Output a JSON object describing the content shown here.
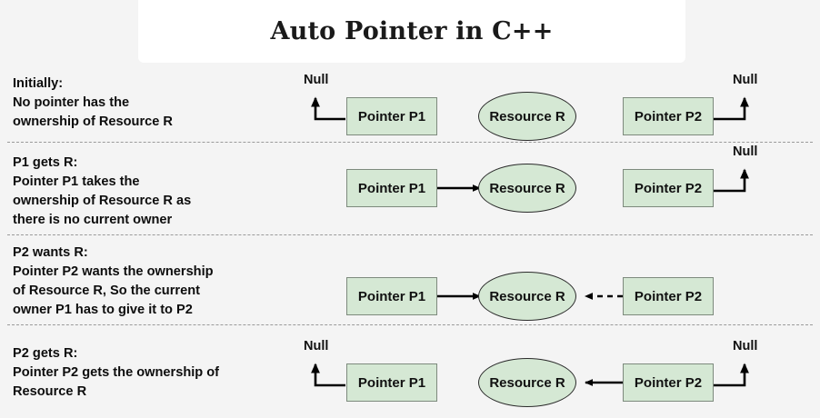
{
  "header": {
    "title": "Auto Pointer in C++"
  },
  "theme": {
    "background": "#f4f4f4",
    "title_card_bg": "#ffffff",
    "node_fill": "#d5e8d4",
    "box_border": "#7d8a7d",
    "ellipse_border": "#2b2b2b",
    "edge_color": "#000000",
    "divider_color": "#9a9a9a",
    "text_color": "#111111"
  },
  "labels": {
    "pointer_p1": "Pointer P1",
    "pointer_p2": "Pointer P2",
    "resource_r": "Resource R",
    "null": "Null"
  },
  "diagram": {
    "type": "state-sequence",
    "steps": [
      {
        "id": "initially",
        "caption": "Initially:\nNo pointer has the\nownership of Resource R",
        "nodes": [
          "Pointer P1",
          "Resource R",
          "Pointer P2"
        ],
        "edges": [
          {
            "from": "Pointer P1",
            "to": "Null",
            "style": "solid",
            "direction": "left-up"
          },
          {
            "from": "Pointer P2",
            "to": "Null",
            "style": "solid",
            "direction": "right-up"
          }
        ],
        "null_markers": [
          "left-of-p1",
          "right-of-p2"
        ]
      },
      {
        "id": "p1-gets-r",
        "caption": "P1 gets R:\nPointer P1 takes the\nownership of Resource R as\nthere is no current owner",
        "nodes": [
          "Pointer P1",
          "Resource R",
          "Pointer P2"
        ],
        "edges": [
          {
            "from": "Pointer P1",
            "to": "Resource R",
            "style": "solid",
            "direction": "right"
          },
          {
            "from": "Pointer P2",
            "to": "Null",
            "style": "solid",
            "direction": "right-up"
          }
        ],
        "null_markers": [
          "right-of-p2"
        ]
      },
      {
        "id": "p2-wants-r",
        "caption": "P2 wants R:\nPointer P2 wants the ownership\nof Resource R, So the current\nowner P1 has to give it to P2",
        "nodes": [
          "Pointer P1",
          "Resource R",
          "Pointer P2"
        ],
        "edges": [
          {
            "from": "Pointer P1",
            "to": "Resource R",
            "style": "solid",
            "direction": "right"
          },
          {
            "from": "Pointer P2",
            "to": "Resource R",
            "style": "dashed",
            "direction": "left"
          }
        ],
        "null_markers": []
      },
      {
        "id": "p2-gets-r",
        "caption": "P2 gets R:\nPointer P2 gets the ownership of\nResource R",
        "nodes": [
          "Pointer P1",
          "Resource R",
          "Pointer P2"
        ],
        "edges": [
          {
            "from": "Pointer P1",
            "to": "Null",
            "style": "solid",
            "direction": "left-up"
          },
          {
            "from": "Pointer P2",
            "to": "Resource R",
            "style": "solid",
            "direction": "left"
          },
          {
            "from": "Pointer P2",
            "to": "Null",
            "style": "solid",
            "direction": "right-up"
          }
        ],
        "null_markers": [
          "left-of-p1",
          "right-of-p2"
        ]
      }
    ]
  }
}
